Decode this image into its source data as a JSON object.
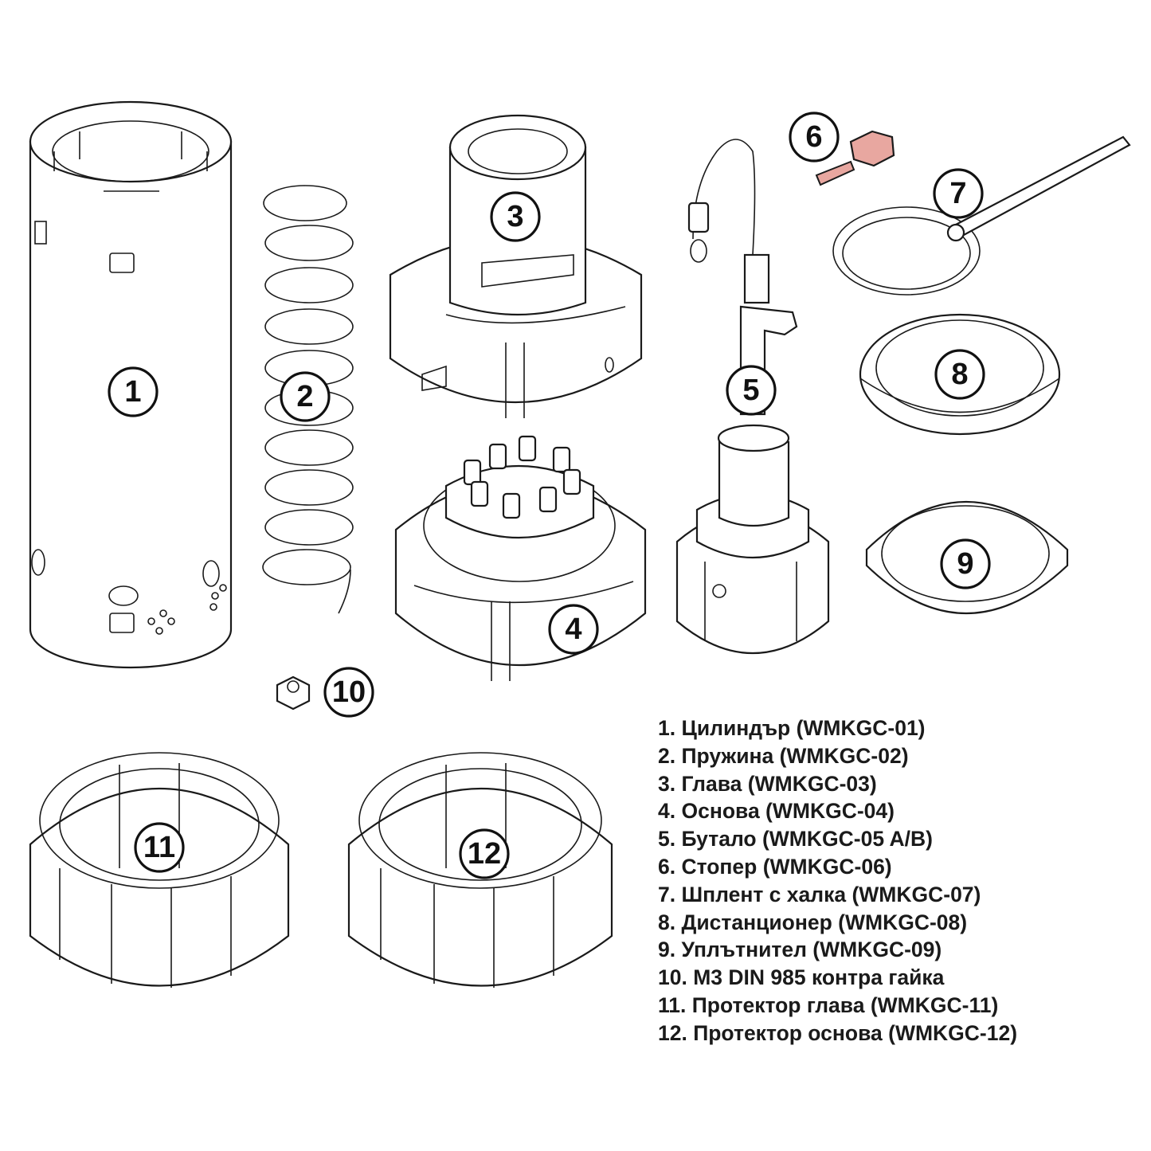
{
  "colors": {
    "line": "#1a1a1a",
    "stopper_fill": "#e8a7a0",
    "background": "#ffffff"
  },
  "callouts": [
    "1",
    "2",
    "3",
    "4",
    "5",
    "6",
    "7",
    "8",
    "9",
    "10",
    "11",
    "12"
  ],
  "legend": [
    "1. Цилиндър (WMKGC-01)",
    "2. Пружина (WMKGC-02)",
    "3. Глава (WMKGC-03)",
    "4. Основа (WMKGC-04)",
    "5. Бутало (WMKGC-05 A/B)",
    "6. Стопер (WMKGC-06)",
    "7. Шплент с халка (WMKGC-07)",
    "8. Дистанционер (WMKGC-08)",
    "9. Уплътнител (WMKGC-09)",
    "10. M3 DIN 985 контра гайка",
    "11. Протектор глава (WMKGC-11)",
    "12. Протектор основа (WMKGC-12)"
  ]
}
